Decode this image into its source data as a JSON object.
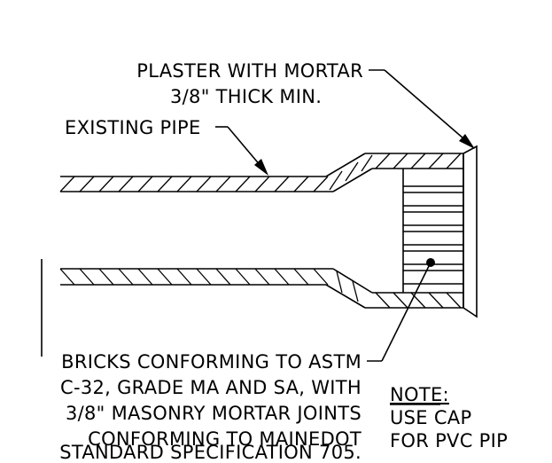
{
  "labels": {
    "plaster_line1": "PLASTER WITH MORTAR",
    "plaster_line2": "3/8\" THICK MIN.",
    "existing_pipe": "EXISTING PIPE",
    "bricks_line1": "BRICKS CONFORMING TO ASTM",
    "bricks_line2": "C-32, GRADE MA AND SA, WITH",
    "bricks_line3": "3/8\" MASONRY MORTAR JOINTS",
    "bricks_line4": "CONFORMING TO MAINEDOT",
    "bricks_line5": "STANDARD SPECIFICATION 705."
  },
  "note": {
    "title": "NOTE:",
    "line1": "USE CAP",
    "line2": "FOR PVC PIP"
  }
}
